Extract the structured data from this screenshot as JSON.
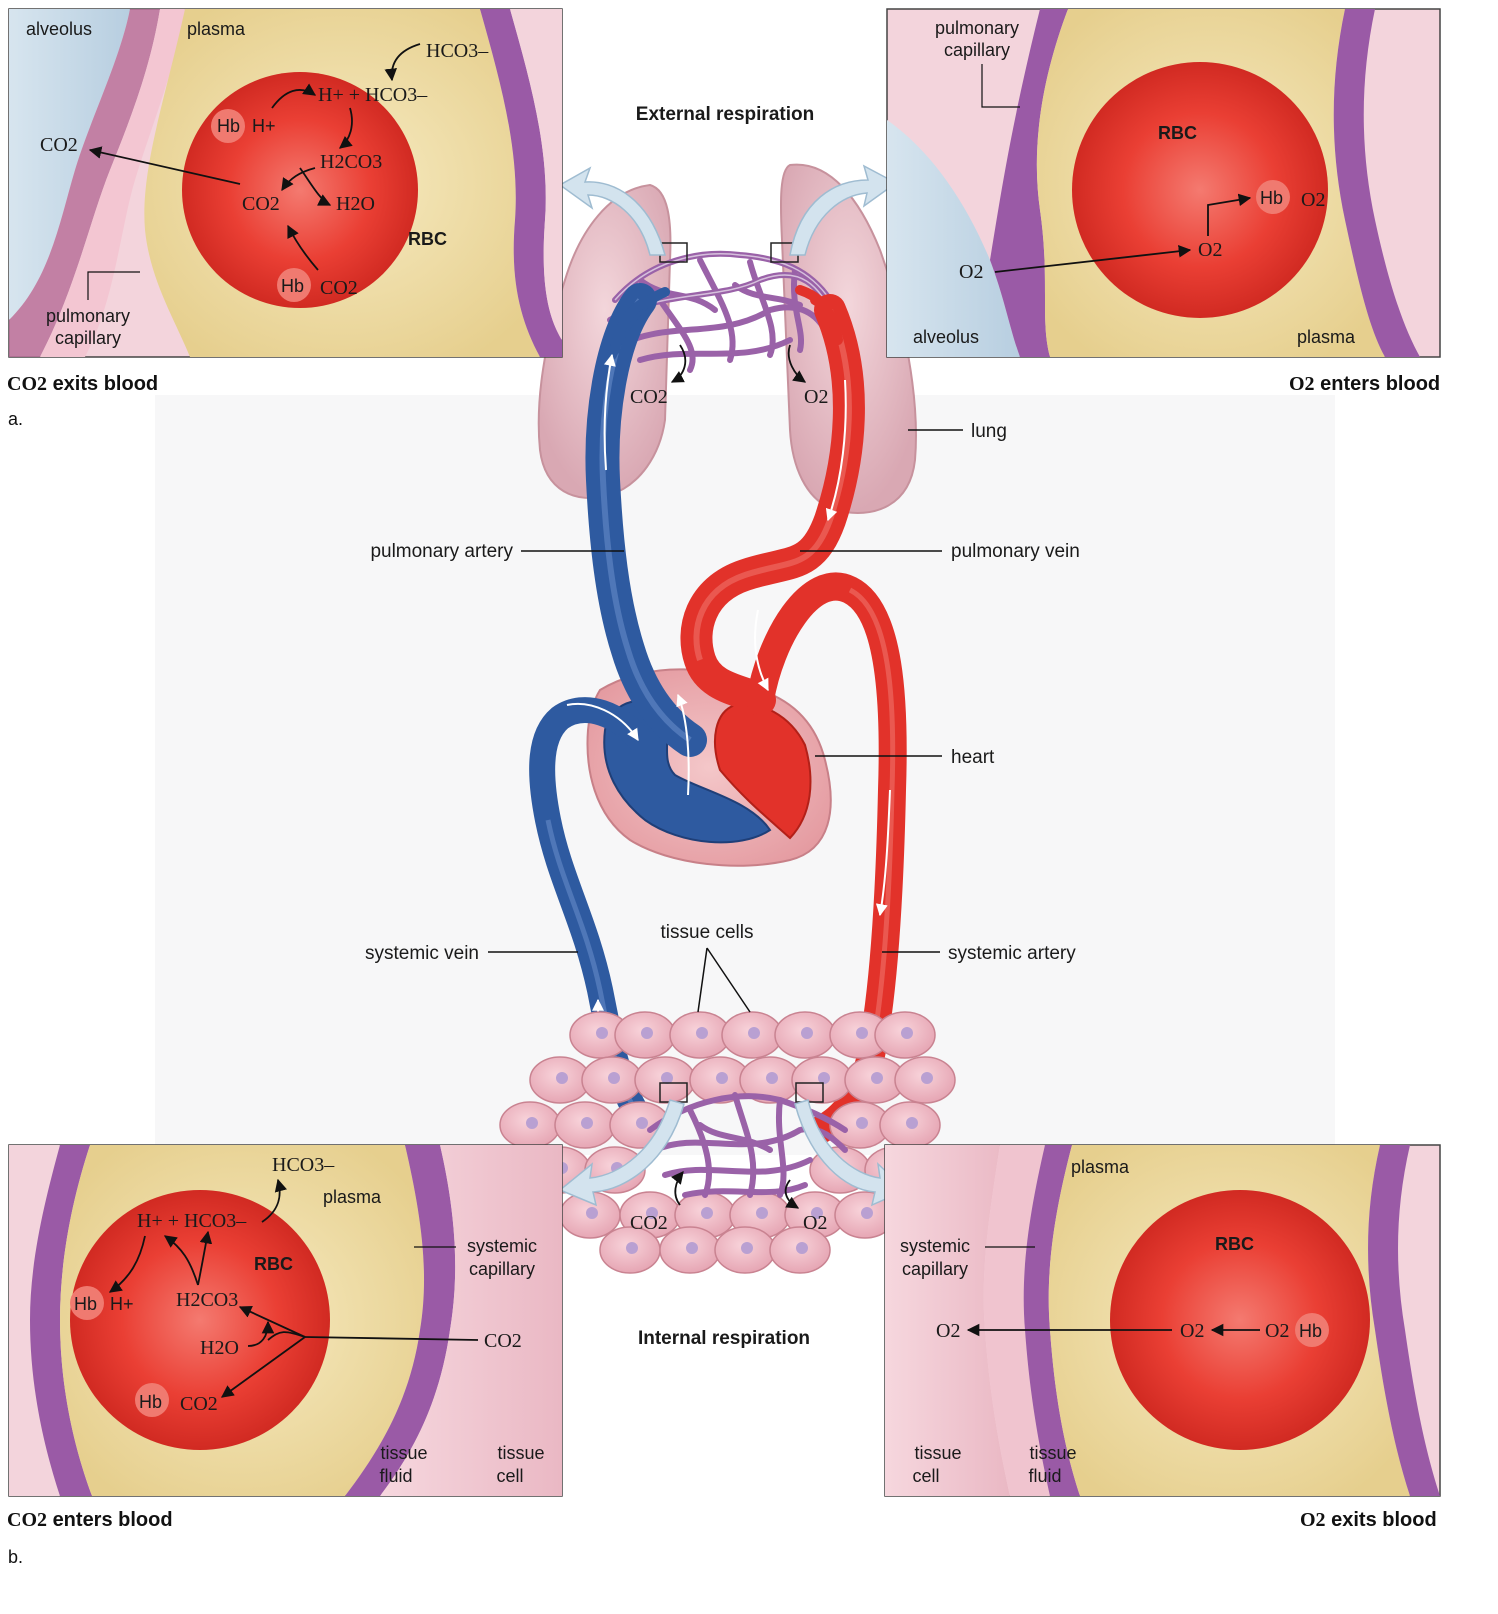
{
  "panels": {
    "top_left": {
      "alveolus": "alveolus",
      "plasma": "plasma",
      "pulmonary_capillary": [
        "pulmonary",
        "capillary"
      ],
      "rbc": "RBC",
      "co2_out": "CO2",
      "hco3_in": "HCO3–",
      "h_hco3": "H+ + HCO3–",
      "hb_h": [
        "Hb",
        "H+"
      ],
      "h2co3": "H2CO3",
      "co2_mid": "CO2",
      "h2o": "H2O",
      "hb_co2": [
        "Hb",
        "CO2"
      ]
    },
    "top_right": {
      "pulmonary_capillary": [
        "pulmonary",
        "capillary"
      ],
      "rbc": "RBC",
      "hb_o2": [
        "Hb",
        "O2"
      ],
      "o2_mid": "O2",
      "o2_in": "O2",
      "alveolus": "alveolus",
      "plasma": "plasma"
    },
    "bottom_left": {
      "hco3_out": "HCO3–",
      "plasma": "plasma",
      "h_hco3": "H+ + HCO3–",
      "rbc": "RBC",
      "hb_h": [
        "Hb",
        "H+"
      ],
      "h2co3": "H2CO3",
      "h2o": "H2O",
      "hb_co2": [
        "Hb",
        "CO2"
      ],
      "systemic_capillary": [
        "systemic",
        "capillary"
      ],
      "co2_in": "CO2",
      "tissue_fluid": [
        "tissue",
        "fluid"
      ],
      "tissue_cell": [
        "tissue",
        "cell"
      ]
    },
    "bottom_right": {
      "plasma": "plasma",
      "rbc": "RBC",
      "systemic_capillary": [
        "systemic",
        "capillary"
      ],
      "o2_out": "O2",
      "o2_mid": "O2",
      "o2_hb": [
        "O2",
        "Hb"
      ],
      "tissue_cell": [
        "tissue",
        "cell"
      ],
      "tissue_fluid": [
        "tissue",
        "fluid"
      ]
    }
  },
  "center": {
    "external_respiration": "External respiration",
    "internal_respiration": "Internal respiration",
    "co2_lung": "CO2",
    "o2_lung": "O2",
    "co2_tissue": "CO2",
    "o2_tissue": "O2",
    "lung": "lung",
    "pulmonary_artery": "pulmonary artery",
    "pulmonary_vein": "pulmonary vein",
    "heart": "heart",
    "tissue_cells": "tissue cells",
    "systemic_vein": "systemic vein",
    "systemic_artery": "systemic artery"
  },
  "captions": {
    "co2_exits": {
      "formula": "CO2",
      "text": "exits blood"
    },
    "o2_enters": {
      "formula": "O2",
      "text": "enters blood"
    },
    "co2_enters": {
      "formula": "CO2",
      "text": "enters blood"
    },
    "o2_exits": {
      "formula": "O2",
      "text": "exits blood"
    },
    "part_a": "a.",
    "part_b": "b."
  },
  "colors": {
    "blood_red": "#e2322a",
    "deoxy_blue": "#2e5aa0",
    "capillary_purple": "#9a62a8",
    "plasma_yellow": "#f1dfa6",
    "alveolus_blue": "#c9dbe8",
    "tissue_pink": "#f1c9d2",
    "lung_pink": "#e9c4cc"
  }
}
